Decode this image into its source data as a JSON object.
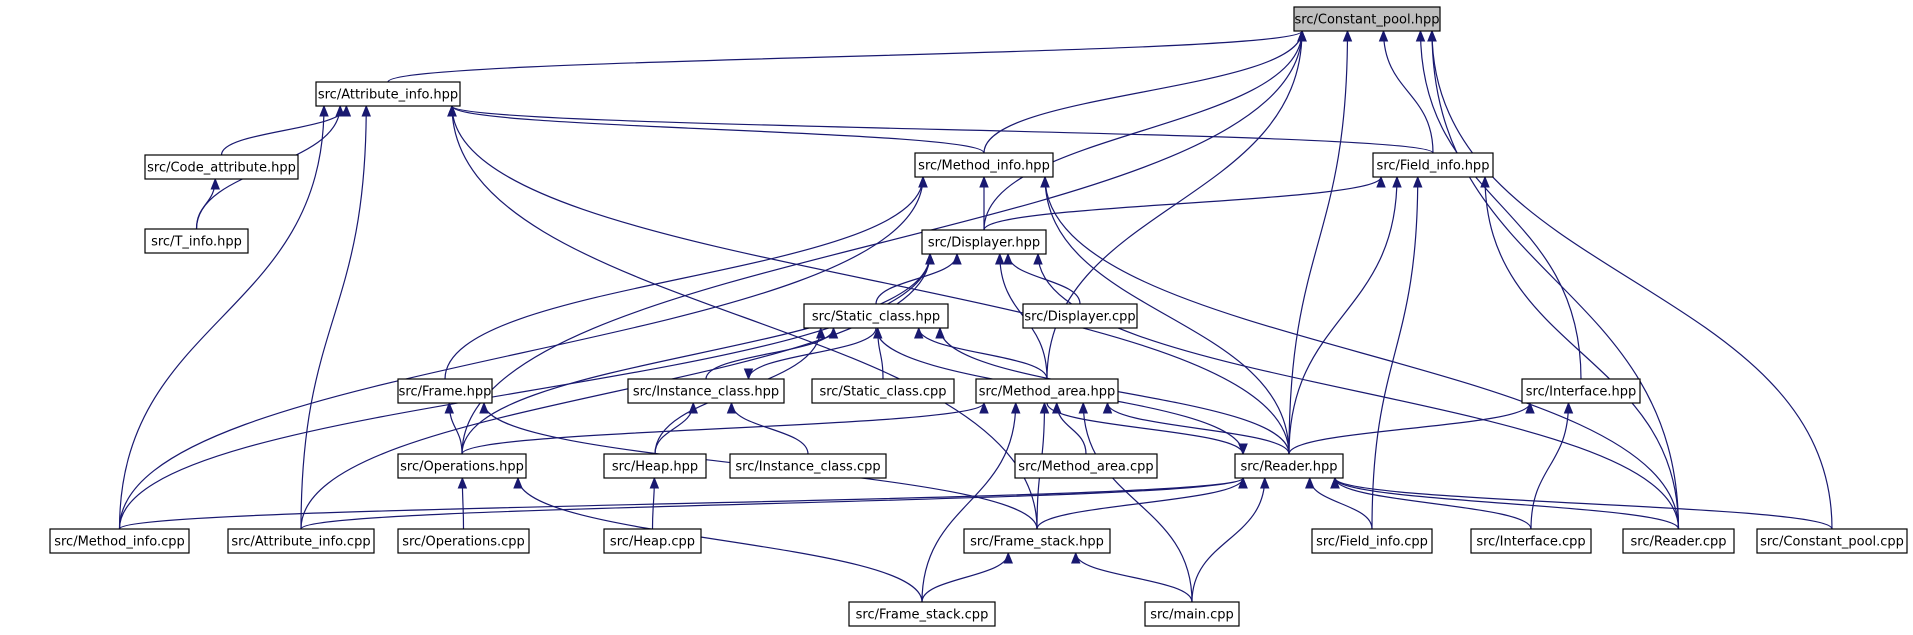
{
  "graph": {
    "nodes": [
      {
        "id": "constant_pool_hpp",
        "label": "src/Constant_pool.hpp",
        "root": true
      },
      {
        "id": "attribute_info_hpp",
        "label": "src/Attribute_info.hpp"
      },
      {
        "id": "code_attribute_hpp",
        "label": "src/Code_attribute.hpp"
      },
      {
        "id": "t_info_hpp",
        "label": "src/T_info.hpp"
      },
      {
        "id": "method_info_hpp",
        "label": "src/Method_info.hpp"
      },
      {
        "id": "field_info_hpp",
        "label": "src/Field_info.hpp"
      },
      {
        "id": "displayer_hpp",
        "label": "src/Displayer.hpp"
      },
      {
        "id": "displayer_cpp",
        "label": "src/Displayer.cpp"
      },
      {
        "id": "static_class_hpp",
        "label": "src/Static_class.hpp"
      },
      {
        "id": "frame_hpp",
        "label": "src/Frame.hpp"
      },
      {
        "id": "instance_class_hpp",
        "label": "src/Instance_class.hpp"
      },
      {
        "id": "static_class_cpp",
        "label": "src/Static_class.cpp"
      },
      {
        "id": "method_area_hpp",
        "label": "src/Method_area.hpp"
      },
      {
        "id": "interface_hpp",
        "label": "src/Interface.hpp"
      },
      {
        "id": "operations_hpp",
        "label": "src/Operations.hpp"
      },
      {
        "id": "heap_hpp",
        "label": "src/Heap.hpp"
      },
      {
        "id": "instance_class_cpp",
        "label": "src/Instance_class.cpp"
      },
      {
        "id": "method_area_cpp",
        "label": "src/Method_area.cpp"
      },
      {
        "id": "reader_hpp",
        "label": "src/Reader.hpp"
      },
      {
        "id": "method_info_cpp",
        "label": "src/Method_info.cpp"
      },
      {
        "id": "attribute_info_cpp",
        "label": "src/Attribute_info.cpp"
      },
      {
        "id": "operations_cpp",
        "label": "src/Operations.cpp"
      },
      {
        "id": "heap_cpp",
        "label": "src/Heap.cpp"
      },
      {
        "id": "frame_stack_hpp",
        "label": "src/Frame_stack.hpp"
      },
      {
        "id": "field_info_cpp",
        "label": "src/Field_info.cpp"
      },
      {
        "id": "interface_cpp",
        "label": "src/Interface.cpp"
      },
      {
        "id": "reader_cpp",
        "label": "src/Reader.cpp"
      },
      {
        "id": "constant_pool_cpp",
        "label": "src/Constant_pool.cpp"
      },
      {
        "id": "frame_stack_cpp",
        "label": "src/Frame_stack.cpp"
      },
      {
        "id": "main_cpp",
        "label": "src/main.cpp"
      }
    ],
    "edges": [
      {
        "from": "attribute_info_hpp",
        "to": "constant_pool_hpp"
      },
      {
        "from": "method_info_hpp",
        "to": "constant_pool_hpp"
      },
      {
        "from": "displayer_hpp",
        "to": "constant_pool_hpp"
      },
      {
        "from": "method_area_hpp",
        "to": "constant_pool_hpp"
      },
      {
        "from": "field_info_hpp",
        "to": "constant_pool_hpp"
      },
      {
        "from": "reader_hpp",
        "to": "constant_pool_hpp"
      },
      {
        "from": "interface_hpp",
        "to": "constant_pool_hpp"
      },
      {
        "from": "reader_cpp",
        "to": "constant_pool_hpp"
      },
      {
        "from": "constant_pool_cpp",
        "to": "constant_pool_hpp"
      },
      {
        "from": "operations_hpp",
        "to": "constant_pool_hpp"
      },
      {
        "from": "code_attribute_hpp",
        "to": "attribute_info_hpp"
      },
      {
        "from": "t_info_hpp",
        "to": "attribute_info_hpp"
      },
      {
        "from": "method_info_hpp",
        "to": "attribute_info_hpp"
      },
      {
        "from": "field_info_hpp",
        "to": "attribute_info_hpp"
      },
      {
        "from": "reader_hpp",
        "to": "attribute_info_hpp"
      },
      {
        "from": "method_info_cpp",
        "to": "attribute_info_hpp"
      },
      {
        "from": "attribute_info_cpp",
        "to": "attribute_info_hpp"
      },
      {
        "from": "frame_stack_hpp",
        "to": "attribute_info_hpp"
      },
      {
        "from": "t_info_hpp",
        "to": "code_attribute_hpp"
      },
      {
        "from": "displayer_hpp",
        "to": "method_info_hpp"
      },
      {
        "from": "frame_hpp",
        "to": "method_info_hpp"
      },
      {
        "from": "method_info_cpp",
        "to": "method_info_hpp"
      },
      {
        "from": "reader_hpp",
        "to": "method_info_hpp"
      },
      {
        "from": "reader_cpp",
        "to": "method_info_hpp"
      },
      {
        "from": "displayer_hpp",
        "to": "field_info_hpp"
      },
      {
        "from": "reader_hpp",
        "to": "field_info_hpp"
      },
      {
        "from": "field_info_cpp",
        "to": "field_info_hpp"
      },
      {
        "from": "reader_cpp",
        "to": "field_info_hpp"
      },
      {
        "from": "displayer_cpp",
        "to": "displayer_hpp"
      },
      {
        "from": "static_class_hpp",
        "to": "displayer_hpp"
      },
      {
        "from": "method_area_hpp",
        "to": "displayer_hpp"
      },
      {
        "from": "operations_hpp",
        "to": "displayer_hpp"
      },
      {
        "from": "method_info_cpp",
        "to": "displayer_hpp"
      },
      {
        "from": "attribute_info_cpp",
        "to": "displayer_hpp"
      },
      {
        "from": "reader_cpp",
        "to": "displayer_hpp"
      },
      {
        "from": "instance_class_hpp",
        "to": "static_class_hpp"
      },
      {
        "from": "static_class_cpp",
        "to": "static_class_hpp"
      },
      {
        "from": "method_area_hpp",
        "to": "static_class_hpp"
      },
      {
        "from": "reader_hpp",
        "to": "static_class_hpp"
      },
      {
        "from": "heap_hpp",
        "to": "static_class_hpp"
      },
      {
        "from": "static_class_hpp",
        "to": "instance_class_hpp"
      },
      {
        "from": "heap_hpp",
        "to": "instance_class_hpp"
      },
      {
        "from": "instance_class_cpp",
        "to": "instance_class_hpp"
      },
      {
        "from": "operations_hpp",
        "to": "frame_hpp"
      },
      {
        "from": "frame_stack_hpp",
        "to": "frame_hpp"
      },
      {
        "from": "operations_hpp",
        "to": "method_area_hpp"
      },
      {
        "from": "method_area_cpp",
        "to": "method_area_hpp"
      },
      {
        "from": "reader_hpp",
        "to": "method_area_hpp"
      },
      {
        "from": "frame_stack_hpp",
        "to": "method_area_hpp"
      },
      {
        "from": "frame_stack_cpp",
        "to": "method_area_hpp"
      },
      {
        "from": "main_cpp",
        "to": "method_area_hpp"
      },
      {
        "from": "reader_hpp",
        "to": "interface_hpp"
      },
      {
        "from": "interface_cpp",
        "to": "interface_hpp"
      },
      {
        "from": "operations_cpp",
        "to": "operations_hpp"
      },
      {
        "from": "frame_stack_cpp",
        "to": "operations_hpp"
      },
      {
        "from": "heap_cpp",
        "to": "heap_hpp"
      },
      {
        "from": "method_area_hpp",
        "to": "reader_hpp"
      },
      {
        "from": "static_class_hpp",
        "to": "reader_hpp"
      },
      {
        "from": "method_info_cpp",
        "to": "reader_hpp"
      },
      {
        "from": "attribute_info_cpp",
        "to": "reader_hpp"
      },
      {
        "from": "frame_stack_hpp",
        "to": "reader_hpp"
      },
      {
        "from": "field_info_cpp",
        "to": "reader_hpp"
      },
      {
        "from": "interface_cpp",
        "to": "reader_hpp"
      },
      {
        "from": "reader_cpp",
        "to": "reader_hpp"
      },
      {
        "from": "constant_pool_cpp",
        "to": "reader_hpp"
      },
      {
        "from": "main_cpp",
        "to": "reader_hpp"
      },
      {
        "from": "frame_stack_cpp",
        "to": "frame_stack_hpp"
      },
      {
        "from": "main_cpp",
        "to": "frame_stack_hpp"
      }
    ]
  },
  "colors": {
    "edge": "#191970",
    "root_fill": "#bfbfbf",
    "node_fill": "#ffffff",
    "node_stroke": "#000000"
  }
}
